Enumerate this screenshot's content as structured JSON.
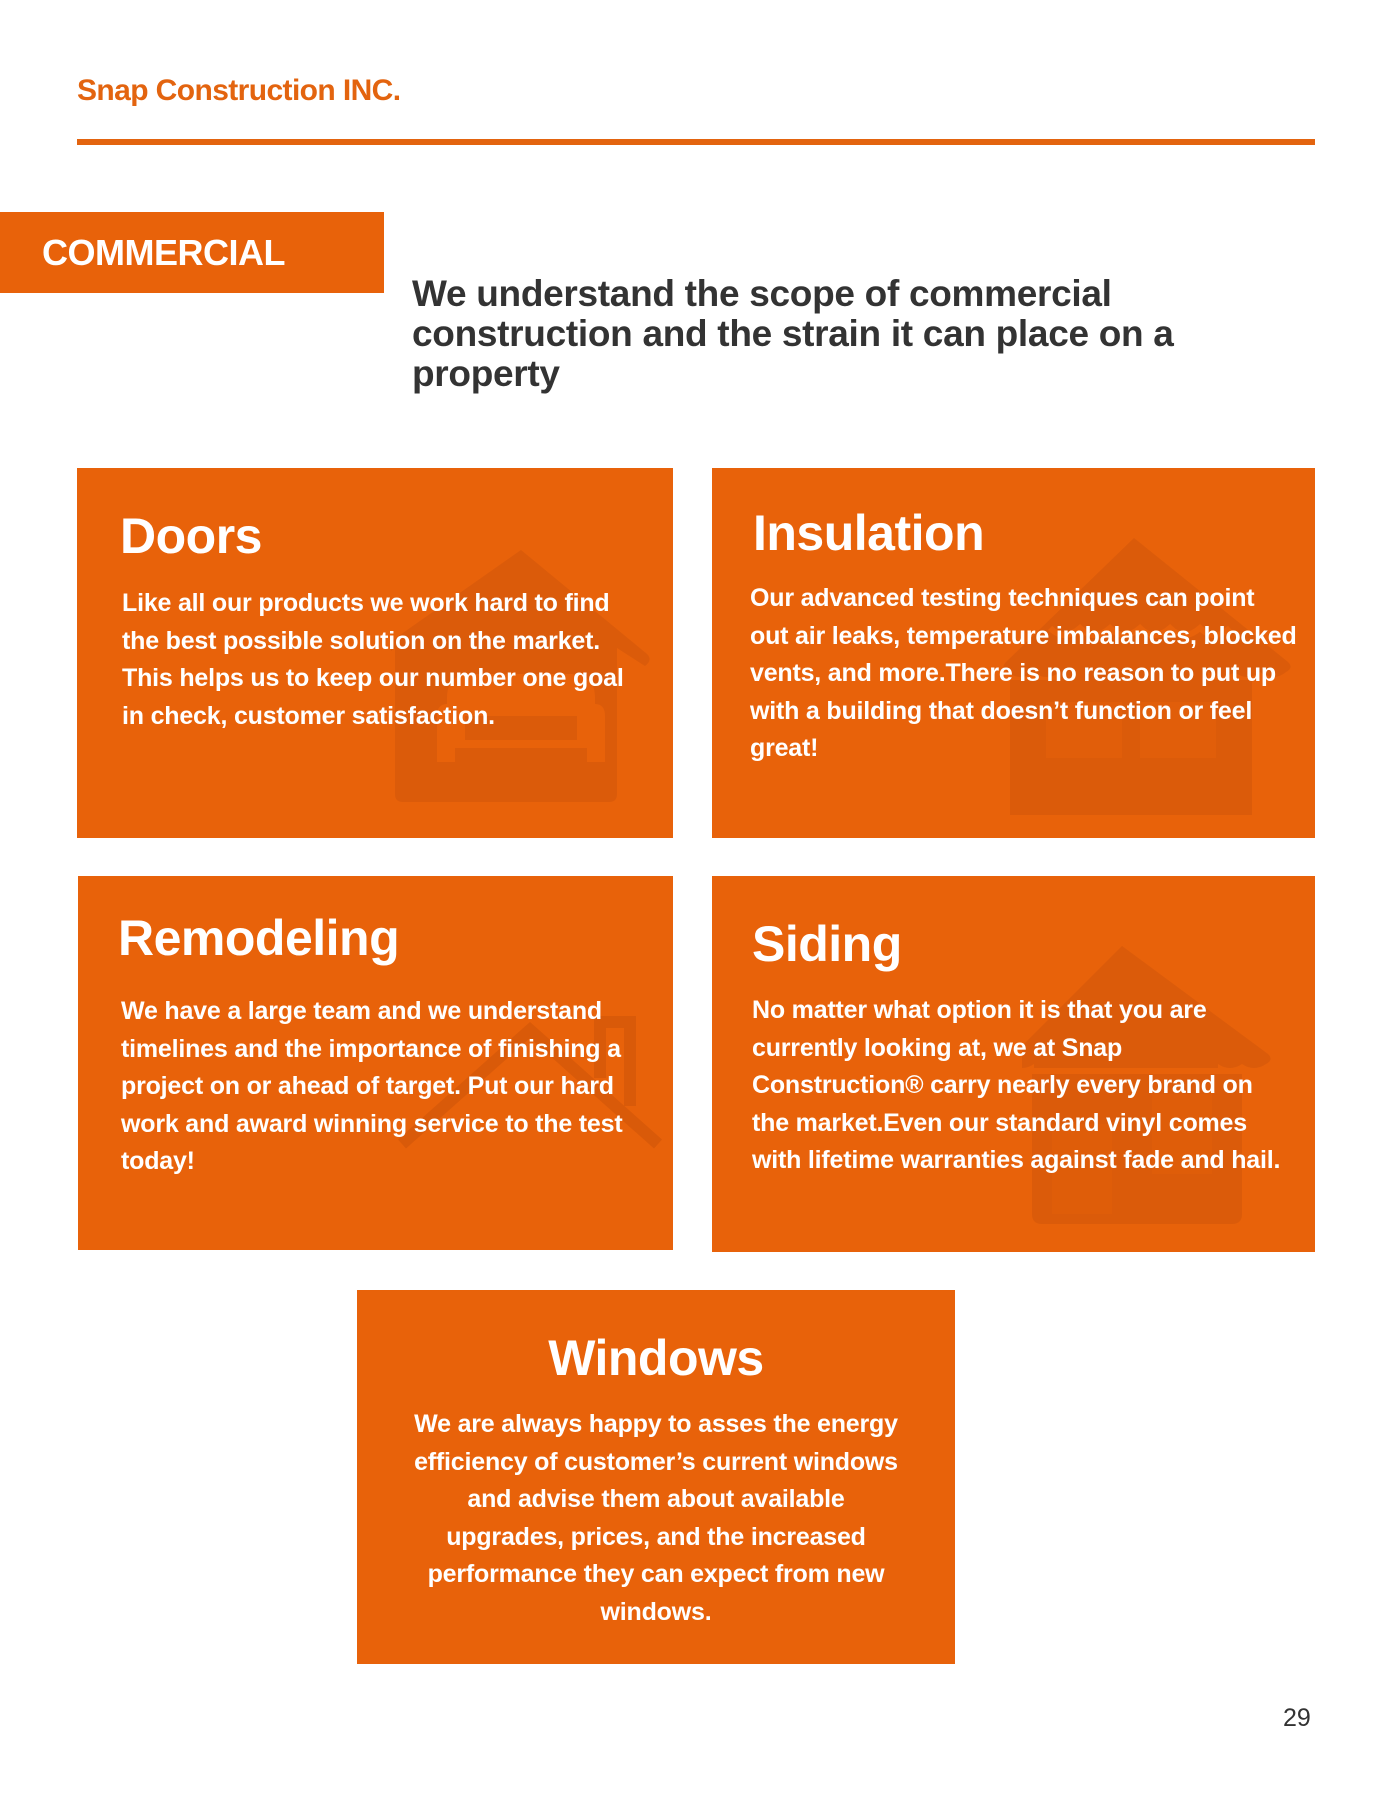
{
  "header": {
    "company": "Snap Construction INC.",
    "section_label": "COMMERCIAL",
    "intro": "We understand the scope of commercial construction and the strain it can place on a property"
  },
  "cards": [
    {
      "title": "Doors",
      "body": "Like all our products we work hard to find the best possible solution on the market.  This helps us to keep our number one goal in check, customer satisfaction.",
      "icon": "house-armchair-icon"
    },
    {
      "title": "Insulation",
      "body": "Our advanced testing techniques can point out air leaks, temperature imbalances, blocked vents, and more.There is no reason to put up with a building that doesn’t function or feel great!",
      "icon": "house-scalloped-roof-icon"
    },
    {
      "title": "Remodeling",
      "body": "We have a large team and we understand timelines and the importance of finishing a project on or ahead of target. Put our hard work and award winning service to the test today!",
      "icon": "roof-chimney-outline-icon"
    },
    {
      "title": "Siding",
      "body": "No matter what option it is that you are currently looking at, we at Snap Construction® carry nearly every brand on the market.Even our standard vinyl comes with lifetime warranties against fade and hail.",
      "icon": "house-siding-icon"
    },
    {
      "title": "Windows",
      "body": "We are always happy to asses the energy efficiency of customer’s current windows and advise them about available upgrades, prices, and the increased performance they can expect from new windows."
    }
  ],
  "page_number": "29",
  "colors": {
    "brand_orange": "#E8620A",
    "heading_text": "#333333",
    "card_text": "#FFFFFF",
    "icon_shade": "#D85A0A"
  }
}
